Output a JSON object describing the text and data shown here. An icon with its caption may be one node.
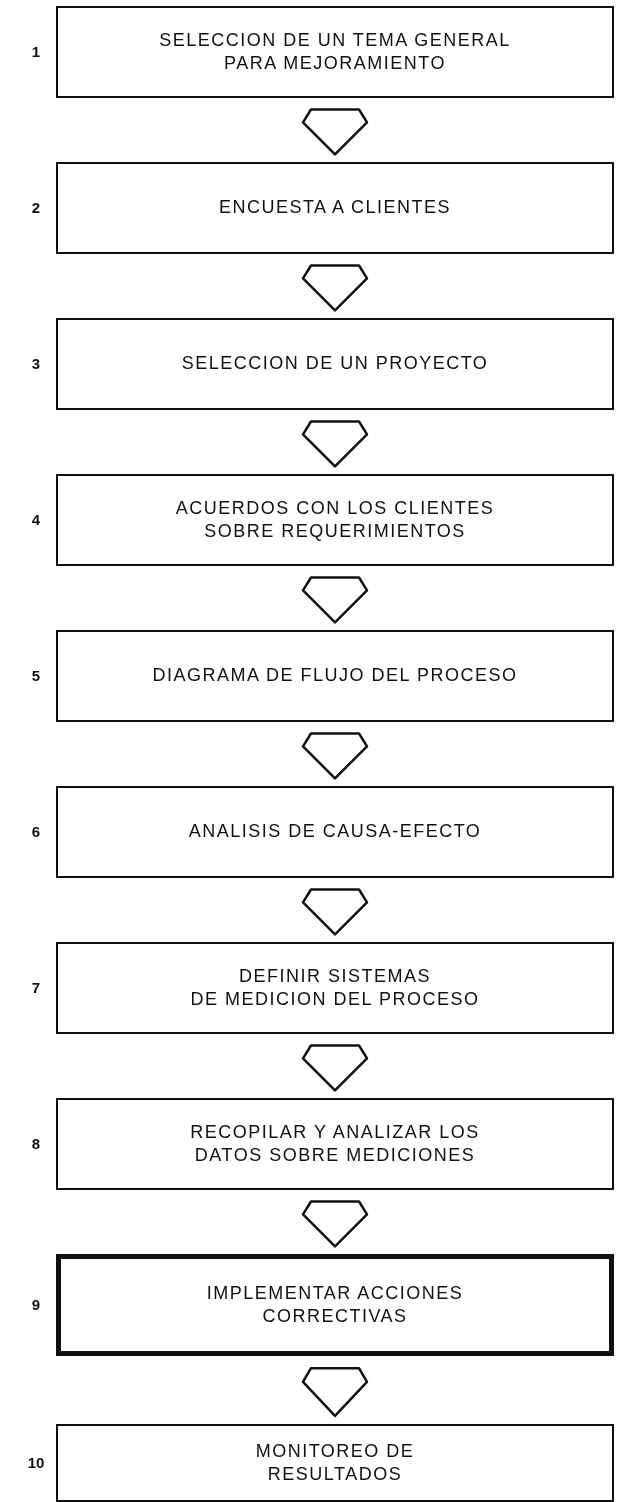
{
  "diagram": {
    "nodes": [
      {
        "text": [
          "SELECCION DE UN TEMA GENERAL PARA MEJORAMIENTO"
        ],
        "beside": [
          "1"
        ]
      },
      {
        "text": [
          "ENCUESTA A CLIENTES"
        ],
        "beside": [
          "2"
        ]
      },
      {
        "text": [
          "SELECCION DE UN PROYECTO"
        ],
        "beside": [
          "3"
        ]
      },
      {
        "text": [
          "ACUERDOS CON LOS CLIENTES SOBRE REQUERIMIENTOS"
        ],
        "beside": [
          "4"
        ]
      },
      {
        "text": [
          "DIAGRAMA DE FLUJO DEL PROCESO"
        ],
        "beside": [
          "5"
        ]
      },
      {
        "text": [
          "ANALISIS DE CAUSA-EFECTO"
        ],
        "beside": [
          "6"
        ]
      },
      {
        "text": [
          "DEFINIR SISTEMAS DE MEDICION DEL PROCESO"
        ],
        "beside": [
          "7"
        ]
      },
      {
        "text": [
          "RECOPILAR Y ANALIZAR LOS DATOS SOBRE MEDICIONES"
        ],
        "beside": [
          "8"
        ]
      },
      {
        "text": [
          "IMPLEMENTAR ACCIONES CORRECTIVAS"
        ],
        "beside": [
          "9"
        ]
      },
      {
        "text": [
          "MONITOREO DE RESULTADOS"
        ],
        "beside": [
          "10"
        ]
      }
    ],
    "edges": [
      {
        "from": 0,
        "to": 1,
        "arrow": "to"
      },
      {
        "from": 1,
        "to": 2,
        "arrow": "to"
      },
      {
        "from": 2,
        "to": 3,
        "arrow": "to"
      },
      {
        "from": 3,
        "to": 4,
        "arrow": "to"
      },
      {
        "from": 4,
        "to": 5,
        "arrow": "to"
      },
      {
        "from": 5,
        "to": 6,
        "arrow": "to"
      },
      {
        "from": 6,
        "to": 7,
        "arrow": "to"
      },
      {
        "from": 7,
        "to": 8,
        "arrow": "to"
      },
      {
        "from": 8,
        "to": 9,
        "arrow": "to"
      }
    ]
  }
}
